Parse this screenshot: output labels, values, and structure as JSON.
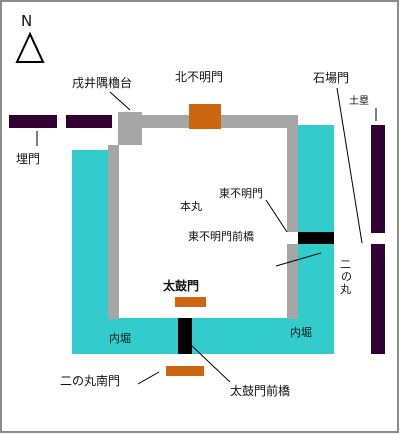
{
  "compass": {
    "letter": "N"
  },
  "labels": {
    "inuibastion": "戌井隅櫓台",
    "kitafumei_gate": "北不明門",
    "ishiba_gate": "石場門",
    "dorui": "土塁",
    "uzumi_gate": "埋門",
    "honmaru": "本丸",
    "higashi_fumei_gate": "東不明門",
    "higashi_fumei_bridge": "東不明門前橋",
    "ninomaru_top": "二",
    "ninomaru_no": "の",
    "ninomaru_bottom": "丸",
    "taiko_gate": "太鼓門",
    "inner_moat_left": "内堀",
    "inner_moat_right": "内堀",
    "ninomaru_south_gate": "二の丸南門",
    "taiko_bridge": "太鼓門前橋"
  },
  "colors": {
    "moat": "#33CCCC",
    "wall": "#A6A6A6",
    "earthwork": "#330033",
    "gate": "#CC6611",
    "bridge": "#000000",
    "frame": "#8C8C8C"
  }
}
